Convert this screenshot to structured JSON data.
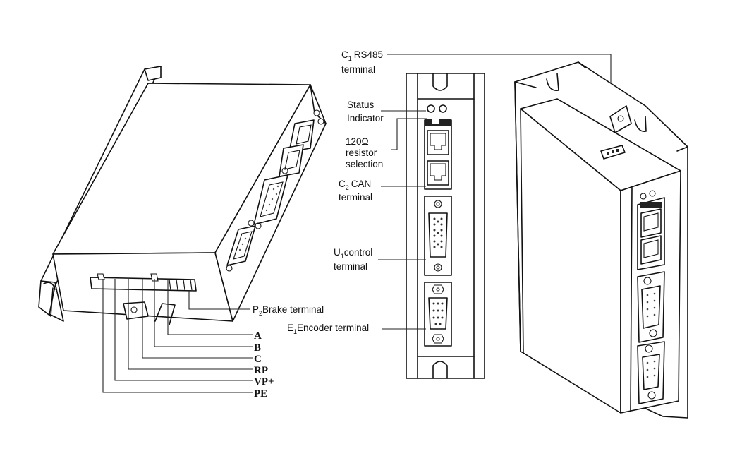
{
  "labels": {
    "rs485": {
      "prefix": "C",
      "sub": "1",
      "line1": "RS485",
      "line2": "terminal"
    },
    "status": {
      "line1": "Status",
      "line2": "Indicator"
    },
    "resistor": {
      "line1": "120Ω",
      "line2": "resistor",
      "line3": "selection"
    },
    "can": {
      "prefix": "C",
      "sub": "2",
      "line1": "CAN",
      "line2": "terminal"
    },
    "control": {
      "prefix": "U",
      "sub": "1",
      "line1": "control",
      "line2": "terminal"
    },
    "encoder": {
      "prefix": "E",
      "sub": "1",
      "text": "Encoder terminal"
    },
    "brake": {
      "prefix": "P",
      "sub": "2",
      "text": "Brake terminal"
    }
  },
  "pins": [
    "A",
    "B",
    "C",
    "RP",
    "VP+",
    "PE"
  ]
}
